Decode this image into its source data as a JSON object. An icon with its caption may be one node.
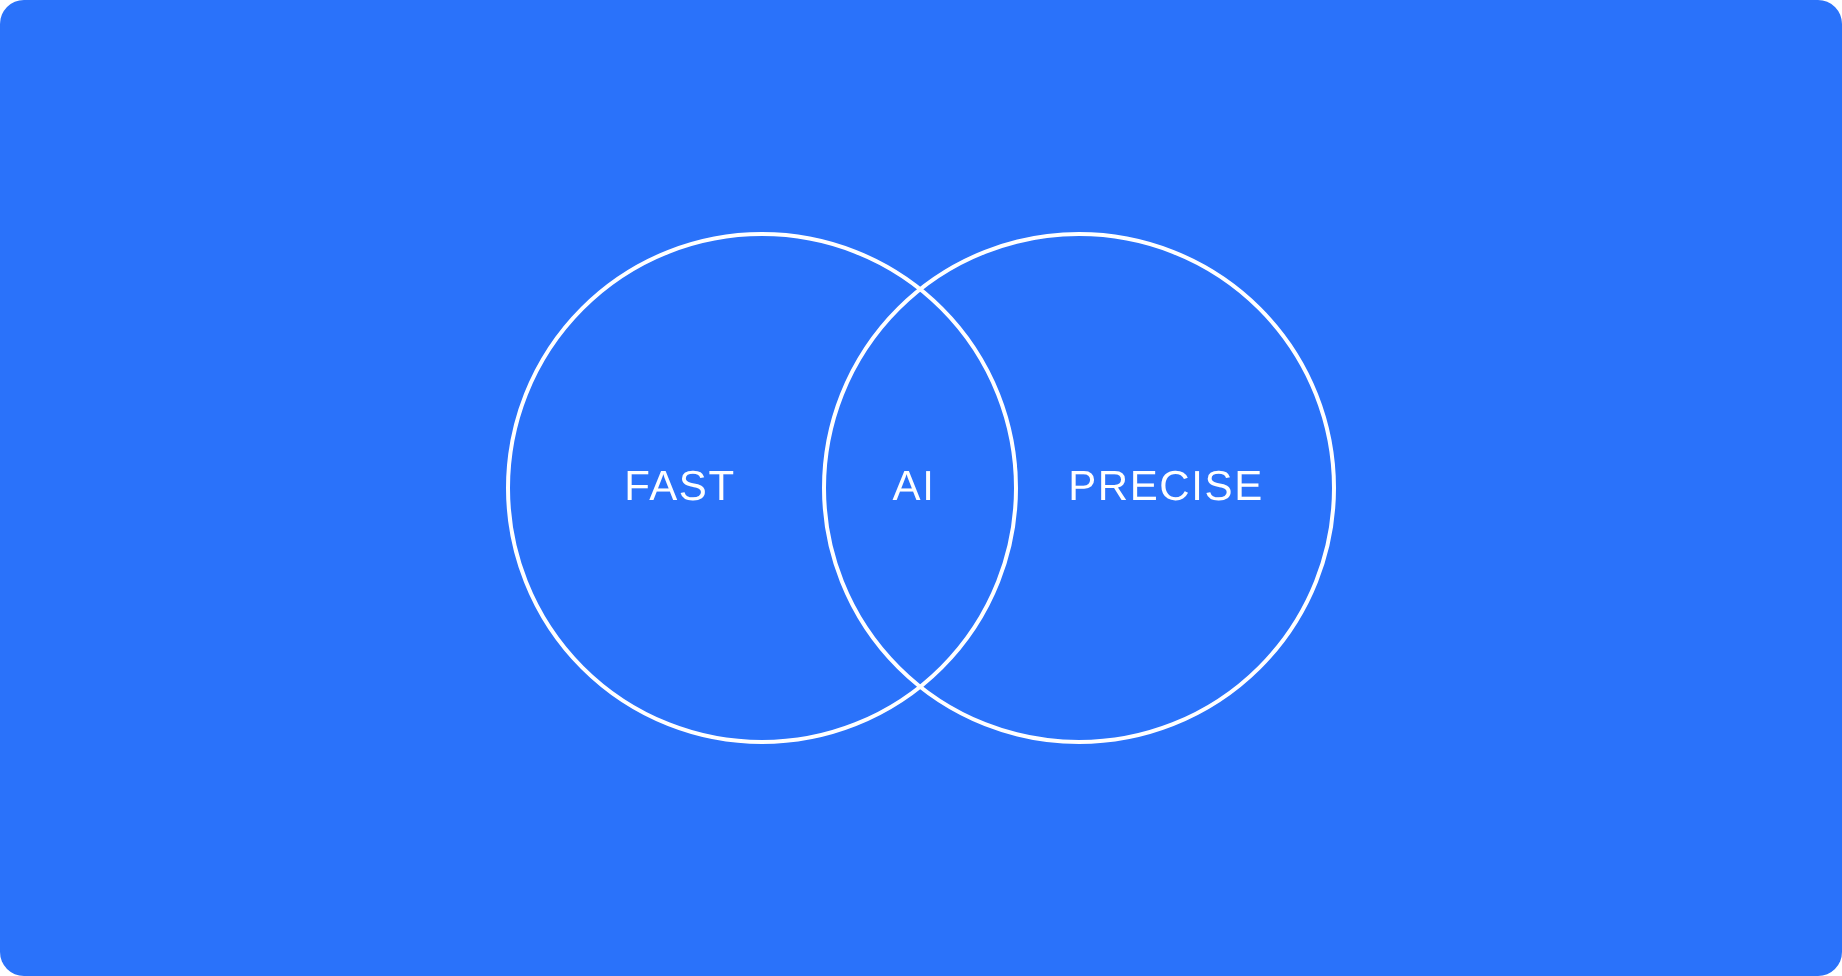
{
  "diagram": {
    "nodes": [
      {
        "text": [
          "FAST"
        ]
      },
      {
        "text": [
          "PRECISE"
        ]
      }
    ],
    "labels": [
      "AI"
    ]
  }
}
